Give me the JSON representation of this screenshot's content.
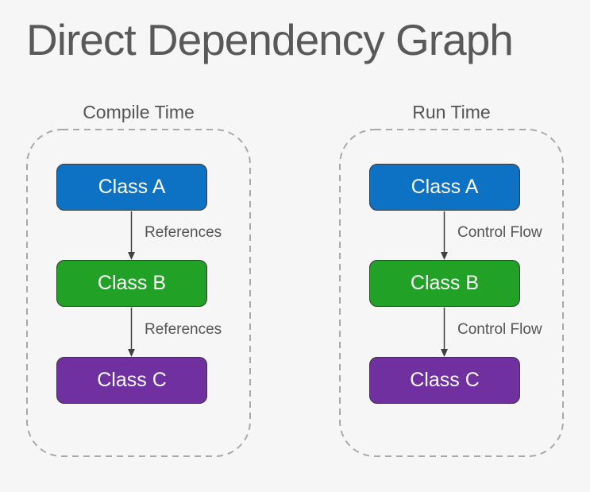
{
  "title": "Direct Dependency Graph",
  "colors": {
    "background": "#f6f6f6",
    "title_text": "#595959",
    "panel_label_text": "#555555",
    "panel_dashed_border": "#a9a9a9",
    "box_border": "#383838",
    "box_text": "#ffffff",
    "arrow": "#404040",
    "class_a_blue": "#0d71c4",
    "class_b_green": "#21a126",
    "class_c_purple": "#7030a0"
  },
  "panels": [
    {
      "label": "Compile Time",
      "boxes": [
        {
          "label": "Class A",
          "color": "#0d71c4"
        },
        {
          "label": "Class B",
          "color": "#21a126"
        },
        {
          "label": "Class C",
          "color": "#7030a0"
        }
      ],
      "edges": [
        {
          "label": "References"
        },
        {
          "label": "References"
        }
      ]
    },
    {
      "label": "Run Time",
      "boxes": [
        {
          "label": "Class A",
          "color": "#0d71c4"
        },
        {
          "label": "Class B",
          "color": "#21a126"
        },
        {
          "label": "Class C",
          "color": "#7030a0"
        }
      ],
      "edges": [
        {
          "label": "Control Flow"
        },
        {
          "label": "Control Flow"
        }
      ]
    }
  ]
}
